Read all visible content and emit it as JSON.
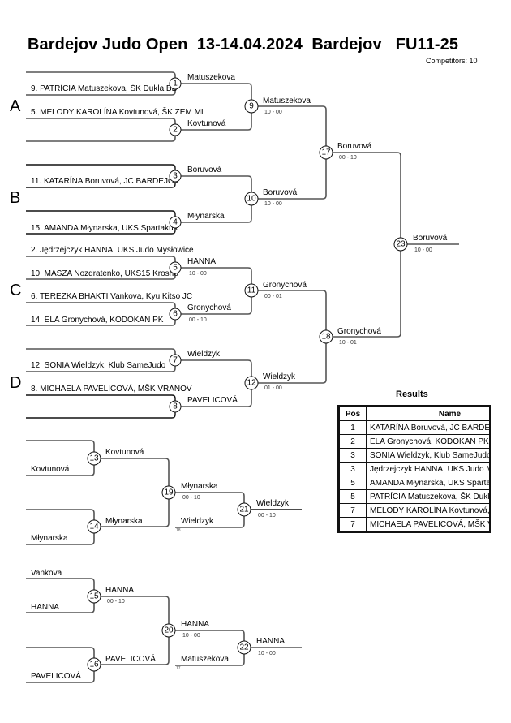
{
  "header": {
    "title": "Bardejov Judo Open  13-14.04.2024  Bardejov   FU11-25",
    "competitors": "Competitors: 10"
  },
  "pools": [
    "A",
    "B",
    "C",
    "D"
  ],
  "entries": [
    "9. PATRÍCIA Matuszekova, ŠK Dukla BB",
    "5. MELODY KAROLÍNA Kovtunová, ŠK ZEM MI",
    "11. KATARÍNA Boruvová, JC BARDEJOV",
    "15. AMANDA Młynarska, UKS Spartakus",
    "2. Jędrzejczyk HANNA, UKS Judo Mysłowice",
    "10. MASZA Nozdratenko, UKS15 Krosno",
    "6. TEREZKA BHAKTI Vankova, Kyu Kitso JC",
    "14. ELA Gronychová, KODOKAN PK",
    "12. SONIA Wieldzyk, Klub SameJudo",
    "8. MICHAELA PAVELICOVÁ, MŠK VRANOV"
  ],
  "matches": {
    "m1": {
      "num": "1",
      "winner": "Matuszekova",
      "score": ""
    },
    "m2": {
      "num": "2",
      "winner": "Kovtunová",
      "score": ""
    },
    "m3": {
      "num": "3",
      "winner": "Boruvová",
      "score": ""
    },
    "m4": {
      "num": "4",
      "winner": "Młynarska",
      "score": ""
    },
    "m5": {
      "num": "5",
      "winner": "HANNA",
      "score": "10 - 00"
    },
    "m6": {
      "num": "6",
      "winner": "Gronychová",
      "score": "00 - 10"
    },
    "m7": {
      "num": "7",
      "winner": "Wieldzyk",
      "score": ""
    },
    "m8": {
      "num": "8",
      "winner": "PAVELICOVÁ",
      "score": ""
    },
    "m9": {
      "num": "9",
      "winner": "Matuszekova",
      "score": "10 - 00"
    },
    "m10": {
      "num": "10",
      "winner": "Boruvová",
      "score": "10 - 00"
    },
    "m11": {
      "num": "11",
      "winner": "Gronychová",
      "score": "00 - 01"
    },
    "m12": {
      "num": "12",
      "winner": "Wieldzyk",
      "score": "01 - 00"
    },
    "m17": {
      "num": "17",
      "winner": "Boruvová",
      "score": "00 - 10"
    },
    "m18": {
      "num": "18",
      "winner": "Gronychová",
      "score": "10 - 01"
    },
    "m23": {
      "num": "23",
      "winner": "Boruvová",
      "score": "10 - 00"
    }
  },
  "repechage": {
    "r13": {
      "num": "13",
      "entrant_bottom": "Kovtunová",
      "winner": "Kovtunová",
      "score": ""
    },
    "r14": {
      "num": "14",
      "entrant_bottom": "Młynarska",
      "winner": "Młynarska",
      "score": ""
    },
    "r19": {
      "num": "19",
      "winner": "Młynarska",
      "score": "00 - 10"
    },
    "r21": {
      "num": "21",
      "opponent": "Wieldzyk",
      "opponent_from": "18",
      "winner": "Wieldzyk",
      "score": "00 - 10"
    },
    "r15": {
      "num": "15",
      "entrant_top": "Vankova",
      "entrant_bottom": "HANNA",
      "winner": "HANNA",
      "score": "00 - 10"
    },
    "r16": {
      "num": "16",
      "entrant_bottom": "PAVELICOVÁ",
      "winner": "PAVELICOVÁ",
      "score": ""
    },
    "r20": {
      "num": "20",
      "winner": "HANNA",
      "score": "10 - 00"
    },
    "r22": {
      "num": "22",
      "opponent": "Matuszekova",
      "opponent_from": "17",
      "winner": "HANNA",
      "score": "10 - 00"
    }
  },
  "results": {
    "title": "Results",
    "headers": [
      "Pos",
      "Name"
    ],
    "rows": [
      {
        "pos": "1",
        "name": "KATARÍNA Boruvová, JC BARDEJOV"
      },
      {
        "pos": "2",
        "name": "ELA Gronychová, KODOKAN PK"
      },
      {
        "pos": "3",
        "name": "SONIA Wieldzyk, Klub SameJudo"
      },
      {
        "pos": "3",
        "name": "Jędrzejczyk HANNA, UKS Judo Mysłowice"
      },
      {
        "pos": "5",
        "name": "AMANDA Młynarska, UKS Spartakus"
      },
      {
        "pos": "5",
        "name": "PATRÍCIA Matuszekova, ŠK Dukla BB"
      },
      {
        "pos": "7",
        "name": "MELODY KAROLÍNA Kovtunová, ŠK ZEM MI"
      },
      {
        "pos": "7",
        "name": "MICHAELA PAVELICOVÁ, MŠK VRANOV"
      }
    ]
  }
}
